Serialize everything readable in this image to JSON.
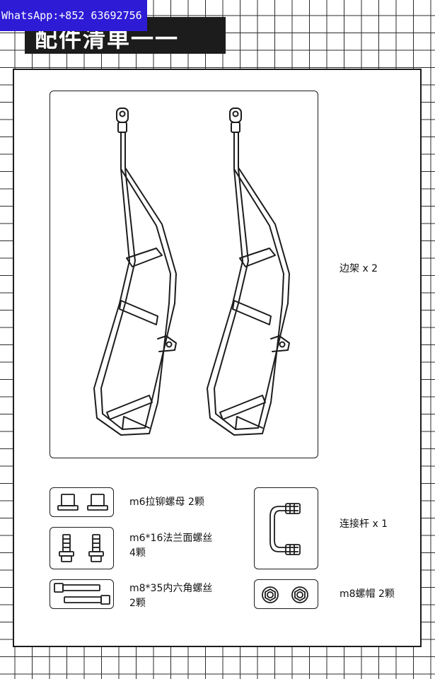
{
  "watermark": "WhatsApp:+852 63692756",
  "title": "配件清单一一",
  "parts": {
    "side_frame": "边架 x 2",
    "flange_nut": "m6拉铆螺母  2颗",
    "flange_bolt_name": "m6*16法兰面螺丝",
    "flange_bolt_qty": "4颗",
    "hex_bolt_name": "m8*35内六角螺丝",
    "hex_bolt_qty": "2颗",
    "connector_rod": "连接杆 x 1",
    "m8_nut": "m8螺帽  2颗"
  },
  "icons": {
    "side_frame": "rack-frame-icon",
    "flange_nut": "rivet-nut-icon",
    "flange_bolt": "flange-bolt-icon",
    "hex_bolt": "hex-socket-bolt-icon",
    "connector_rod": "u-rod-icon",
    "m8_nut": "hex-nut-icon"
  }
}
